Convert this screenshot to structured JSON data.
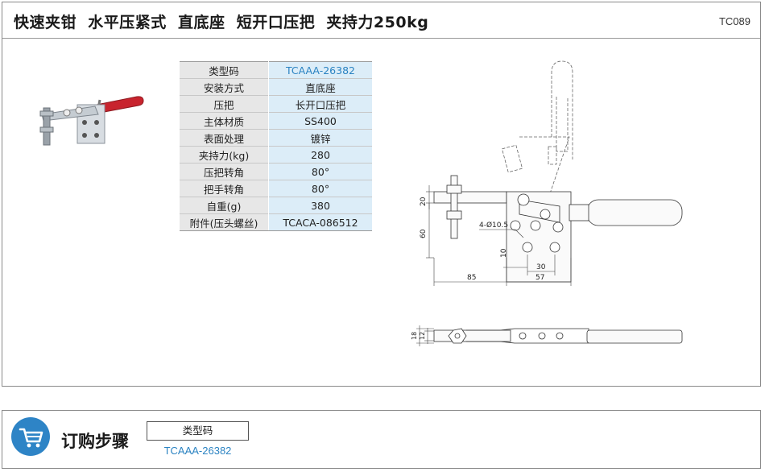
{
  "header": {
    "title": "快速夹钳  水平压紧式  直底座  短开口压把  夹持力250kg",
    "code": "TC089"
  },
  "spec_table": [
    {
      "key": "类型码",
      "value": "TCAAA-26382"
    },
    {
      "key": "安装方式",
      "value": "直底座"
    },
    {
      "key": "压把",
      "value": "长开口压把"
    },
    {
      "key": "主体材质",
      "value": "SS400"
    },
    {
      "key": "表面处理",
      "value": "镀锌"
    },
    {
      "key": "夹持力(kg)",
      "value": "280"
    },
    {
      "key": "压把转角",
      "value": "80°"
    },
    {
      "key": "把手转角",
      "value": "80°"
    },
    {
      "key": "自重(g)",
      "value": "380"
    },
    {
      "key": "附件(压头螺丝)",
      "value": "TCACA-086512"
    }
  ],
  "drawing": {
    "dims": {
      "d20": "20",
      "d60": "60",
      "d10": "10",
      "d30": "30",
      "d85": "85",
      "d57": "57",
      "hole": "4-Ø10.5",
      "d18": "18",
      "d12": "12"
    }
  },
  "order": {
    "title": "订购步骤",
    "column_label": "类型码",
    "value": "TCAAA-26382"
  },
  "colors": {
    "accent": "#2e84c6",
    "link": "#2b83c2",
    "handle_red": "#c8242e",
    "value_cell_bg": "#dcedf8",
    "key_cell_bg": "#e7e7e7"
  }
}
